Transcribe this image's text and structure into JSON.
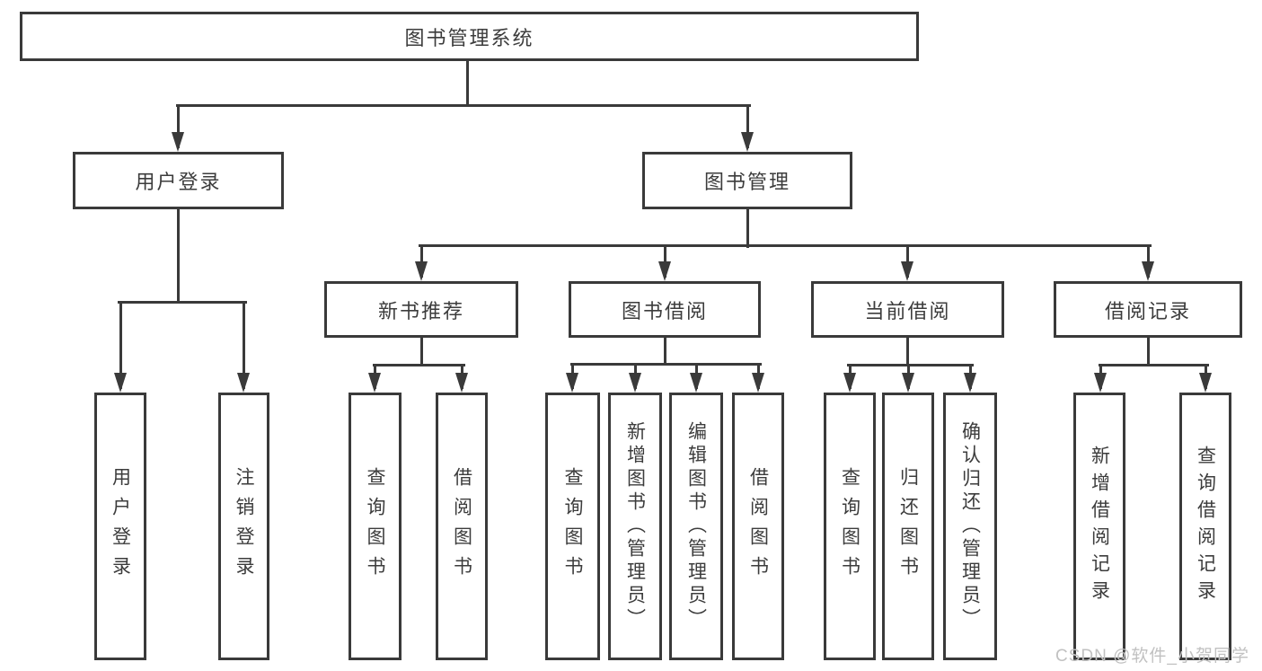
{
  "diagram": {
    "title": "图书管理系统",
    "nodes": [
      {
        "id": "root",
        "label": "图书管理系统",
        "level": 1,
        "parent": null
      },
      {
        "id": "user-login",
        "label": "用户登录",
        "level": 2,
        "parent": "root"
      },
      {
        "id": "book-mgmt",
        "label": "图书管理",
        "level": 2,
        "parent": "root"
      },
      {
        "id": "new-book-rec",
        "label": "新书推荐",
        "level": 3,
        "parent": "book-mgmt"
      },
      {
        "id": "book-borrow",
        "label": "图书借阅",
        "level": 3,
        "parent": "book-mgmt"
      },
      {
        "id": "current-borrow",
        "label": "当前借阅",
        "level": 3,
        "parent": "book-mgmt"
      },
      {
        "id": "borrow-records",
        "label": "借阅记录",
        "level": 3,
        "parent": "book-mgmt"
      },
      {
        "id": "login-user-login",
        "label": "用户登录",
        "level": 4,
        "parent": "user-login"
      },
      {
        "id": "login-logout",
        "label": "注销登录",
        "level": 4,
        "parent": "user-login"
      },
      {
        "id": "rec-query-book",
        "label": "查询图书",
        "level": 4,
        "parent": "new-book-rec"
      },
      {
        "id": "rec-borrow-book",
        "label": "借阅图书",
        "level": 4,
        "parent": "new-book-rec"
      },
      {
        "id": "bor-query-book",
        "label": "查询图书",
        "level": 4,
        "parent": "book-borrow"
      },
      {
        "id": "bor-add-book",
        "label": "新增图书（管理员）",
        "level": 4,
        "parent": "book-borrow"
      },
      {
        "id": "bor-edit-book",
        "label": "编辑图书（管理员）",
        "level": 4,
        "parent": "book-borrow"
      },
      {
        "id": "bor-borrow-book",
        "label": "借阅图书",
        "level": 4,
        "parent": "book-borrow"
      },
      {
        "id": "cur-query-book",
        "label": "查询图书",
        "level": 4,
        "parent": "current-borrow"
      },
      {
        "id": "cur-return-book",
        "label": "归还图书",
        "level": 4,
        "parent": "current-borrow"
      },
      {
        "id": "cur-confirm-return",
        "label": "确认归还（管理员）",
        "level": 4,
        "parent": "current-borrow"
      },
      {
        "id": "brec-add-record",
        "label": "新增借阅记录",
        "level": 4,
        "parent": "borrow-records"
      },
      {
        "id": "brec-query-record",
        "label": "查询借阅记录",
        "level": 4,
        "parent": "borrow-records"
      }
    ]
  },
  "watermark": {
    "text": "CSDN @软件_小贺同学"
  },
  "colors": {
    "line": "#3a3a3a",
    "box_border": "#3a3a3a",
    "text": "#3c3c3c",
    "watermark": "#c1c1c1",
    "background": "#ffffff"
  }
}
